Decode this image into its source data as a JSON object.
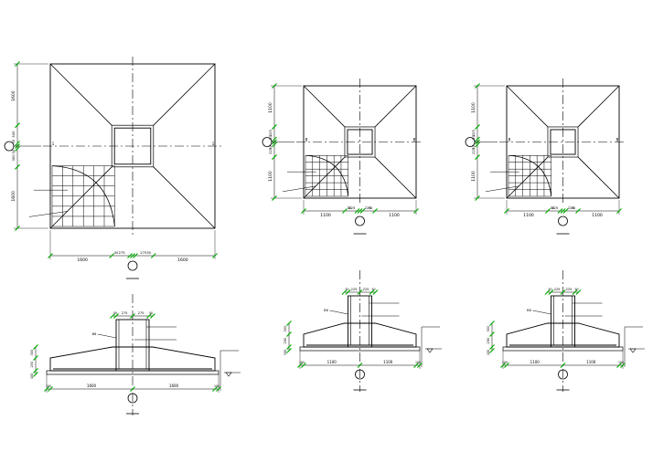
{
  "colors": {
    "background": "#ffffff",
    "line": "#000000",
    "dimension_tick": "#00aa00"
  },
  "plan_1": {
    "dim_left_top": "1600",
    "dim_left_mid_a": "300",
    "dim_left_mid_b": "50",
    "dim_left_mid_c": "50",
    "dim_left_mid_d": "300",
    "dim_left_bottom": "1600",
    "dim_bottom_left": "1600",
    "dim_bottom_mid_a": "50",
    "dim_bottom_mid_b": "275",
    "dim_bottom_mid_c": "275",
    "dim_bottom_mid_d": "50",
    "dim_bottom_right": "1600",
    "axis_mark": "1"
  },
  "plan_2": {
    "dim_left_top": "1100",
    "dim_left_mid_a": "225",
    "dim_left_mid_b": "50",
    "dim_left_mid_c": "50",
    "dim_left_mid_d": "225",
    "dim_left_bottom": "1100",
    "dim_bottom_left": "1100",
    "dim_bottom_mid_a": "50",
    "dim_bottom_mid_b": "225",
    "dim_bottom_mid_c": "225",
    "dim_bottom_mid_d": "50",
    "dim_bottom_right": "1100",
    "axis_mark": "B"
  },
  "plan_3": {
    "dim_left_top": "1100",
    "dim_left_mid_a": "225",
    "dim_left_mid_b": "50",
    "dim_left_mid_c": "50",
    "dim_left_mid_d": "225",
    "dim_left_bottom": "1100",
    "dim_bottom_left": "1100",
    "dim_bottom_mid_a": "50",
    "dim_bottom_mid_b": "225",
    "dim_bottom_mid_c": "225",
    "dim_bottom_mid_d": "50",
    "dim_bottom_right": "1100",
    "axis_mark": "B"
  },
  "section_1": {
    "dim_top_a": "50",
    "dim_top_b": "275",
    "dim_top_c": "275",
    "dim_top_d": "50",
    "dim_left_a": "300",
    "dim_left_b": "200",
    "dim_left_c": "100",
    "dim_bottom_left_edge": "100",
    "dim_bottom_left": "1600",
    "dim_bottom_right": "1600",
    "dim_bottom_right_edge": "100",
    "level_mark": "B6"
  },
  "section_2": {
    "dim_top_a": "50",
    "dim_top_b": "225",
    "dim_top_c": "225",
    "dim_top_d": "50",
    "dim_left_a": "300",
    "dim_left_b": "250",
    "dim_left_c": "100",
    "dim_bottom_left_edge": "100",
    "dim_bottom_left": "1100",
    "dim_bottom_right": "1100",
    "dim_bottom_right_edge": "100",
    "level_mark": "B6"
  },
  "section_3": {
    "dim_top_a": "50",
    "dim_top_b": "225",
    "dim_top_c": "225",
    "dim_top_d": "50",
    "dim_left_a": "300",
    "dim_left_b": "250",
    "dim_left_c": "100",
    "dim_bottom_left_edge": "100",
    "dim_bottom_left": "1100",
    "dim_bottom_right": "1100",
    "dim_bottom_right_edge": "100",
    "level_mark": "B6"
  }
}
